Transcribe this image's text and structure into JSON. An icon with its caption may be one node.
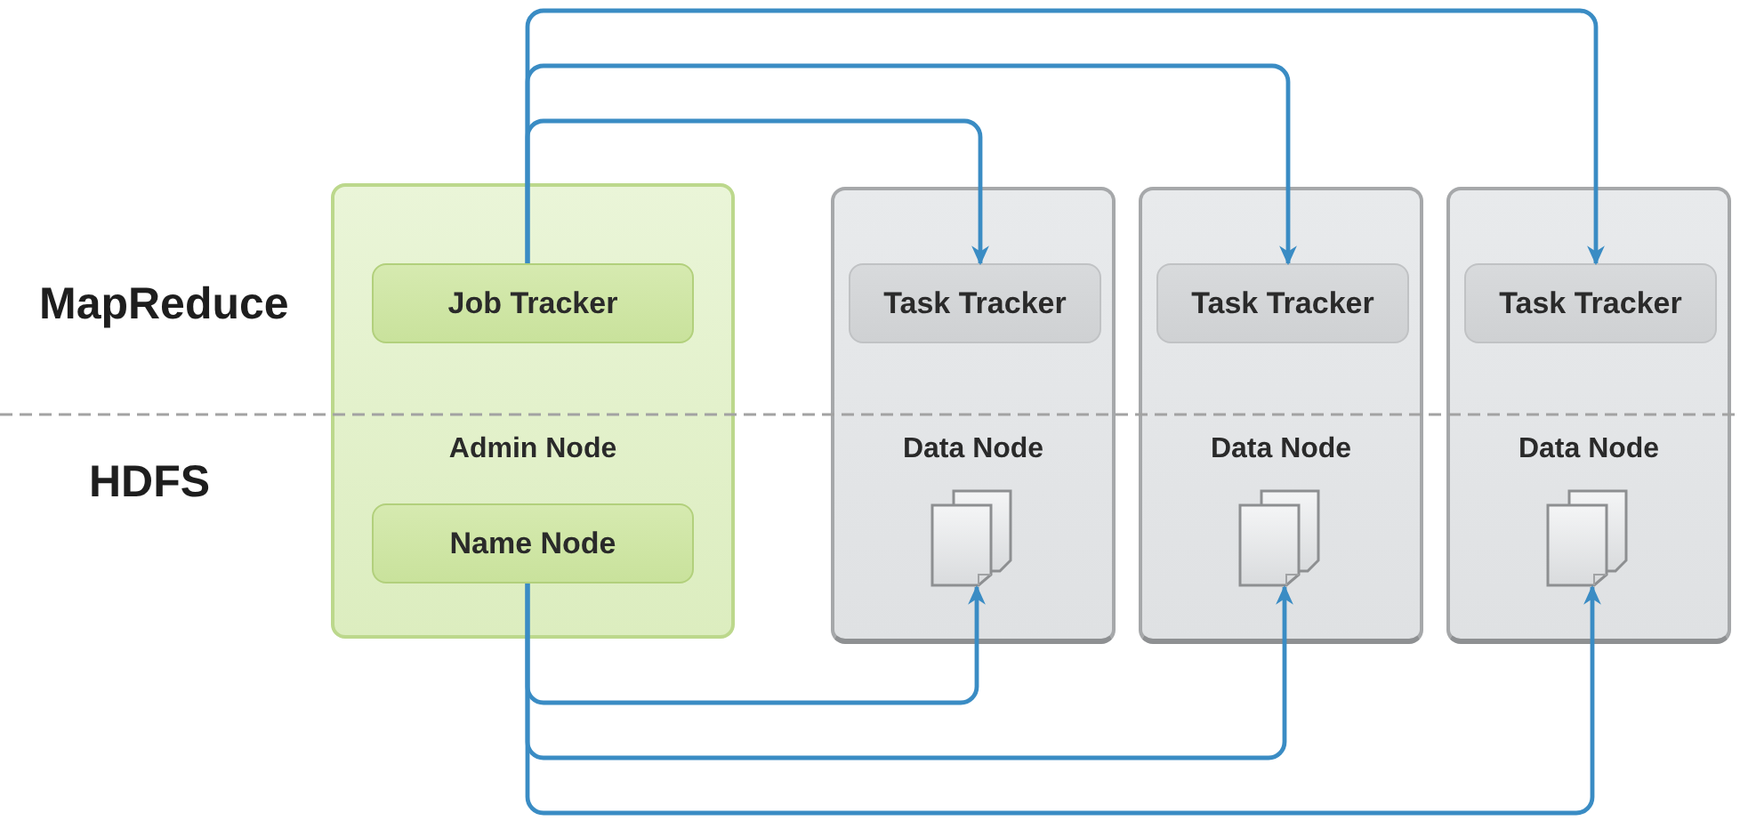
{
  "diagram": {
    "nodes": [
      {
        "text": [
          "Admin Node"
        ]
      },
      {
        "text": [
          "Job Tracker"
        ],
        "in": 0
      },
      {
        "text": [
          "Name Node"
        ],
        "in": 0
      },
      {
        "text": [
          "Data Node"
        ]
      },
      {
        "text": [
          "Task Tracker"
        ],
        "in": 3
      },
      {
        "text": [],
        "shape": "document",
        "in": 3
      },
      {
        "text": [
          "Data Node"
        ]
      },
      {
        "text": [
          "Task Tracker"
        ],
        "in": 6
      },
      {
        "text": [],
        "shape": "document",
        "in": 6
      },
      {
        "text": [
          "Data Node"
        ]
      },
      {
        "text": [
          "Task Tracker"
        ],
        "in": 9
      },
      {
        "text": [],
        "shape": "document",
        "in": 9
      }
    ],
    "edges": [
      {
        "from": 1,
        "to": 4,
        "arrow": "to"
      },
      {
        "from": 1,
        "to": 7,
        "arrow": "to"
      },
      {
        "from": 1,
        "to": 10,
        "arrow": "to"
      },
      {
        "from": 2,
        "to": 5,
        "arrow": "to"
      },
      {
        "from": 2,
        "to": 8,
        "arrow": "to"
      },
      {
        "from": 2,
        "to": 11,
        "arrow": "to"
      }
    ],
    "labels": [
      "MapReduce",
      "HDFS"
    ]
  }
}
